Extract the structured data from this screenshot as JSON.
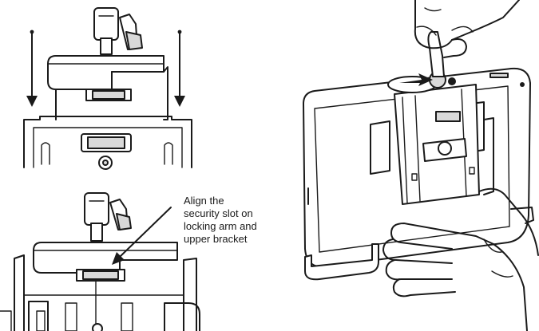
{
  "callout": {
    "lines": [
      "Align the",
      "security slot on",
      "locking arm and",
      "upper bracket"
    ]
  },
  "icons": {
    "top_left": "insert-lock-arrows-illustration",
    "bottom_left": "align-security-slot-illustration",
    "right": "hand-turning-key-on-tablet-illustration"
  }
}
